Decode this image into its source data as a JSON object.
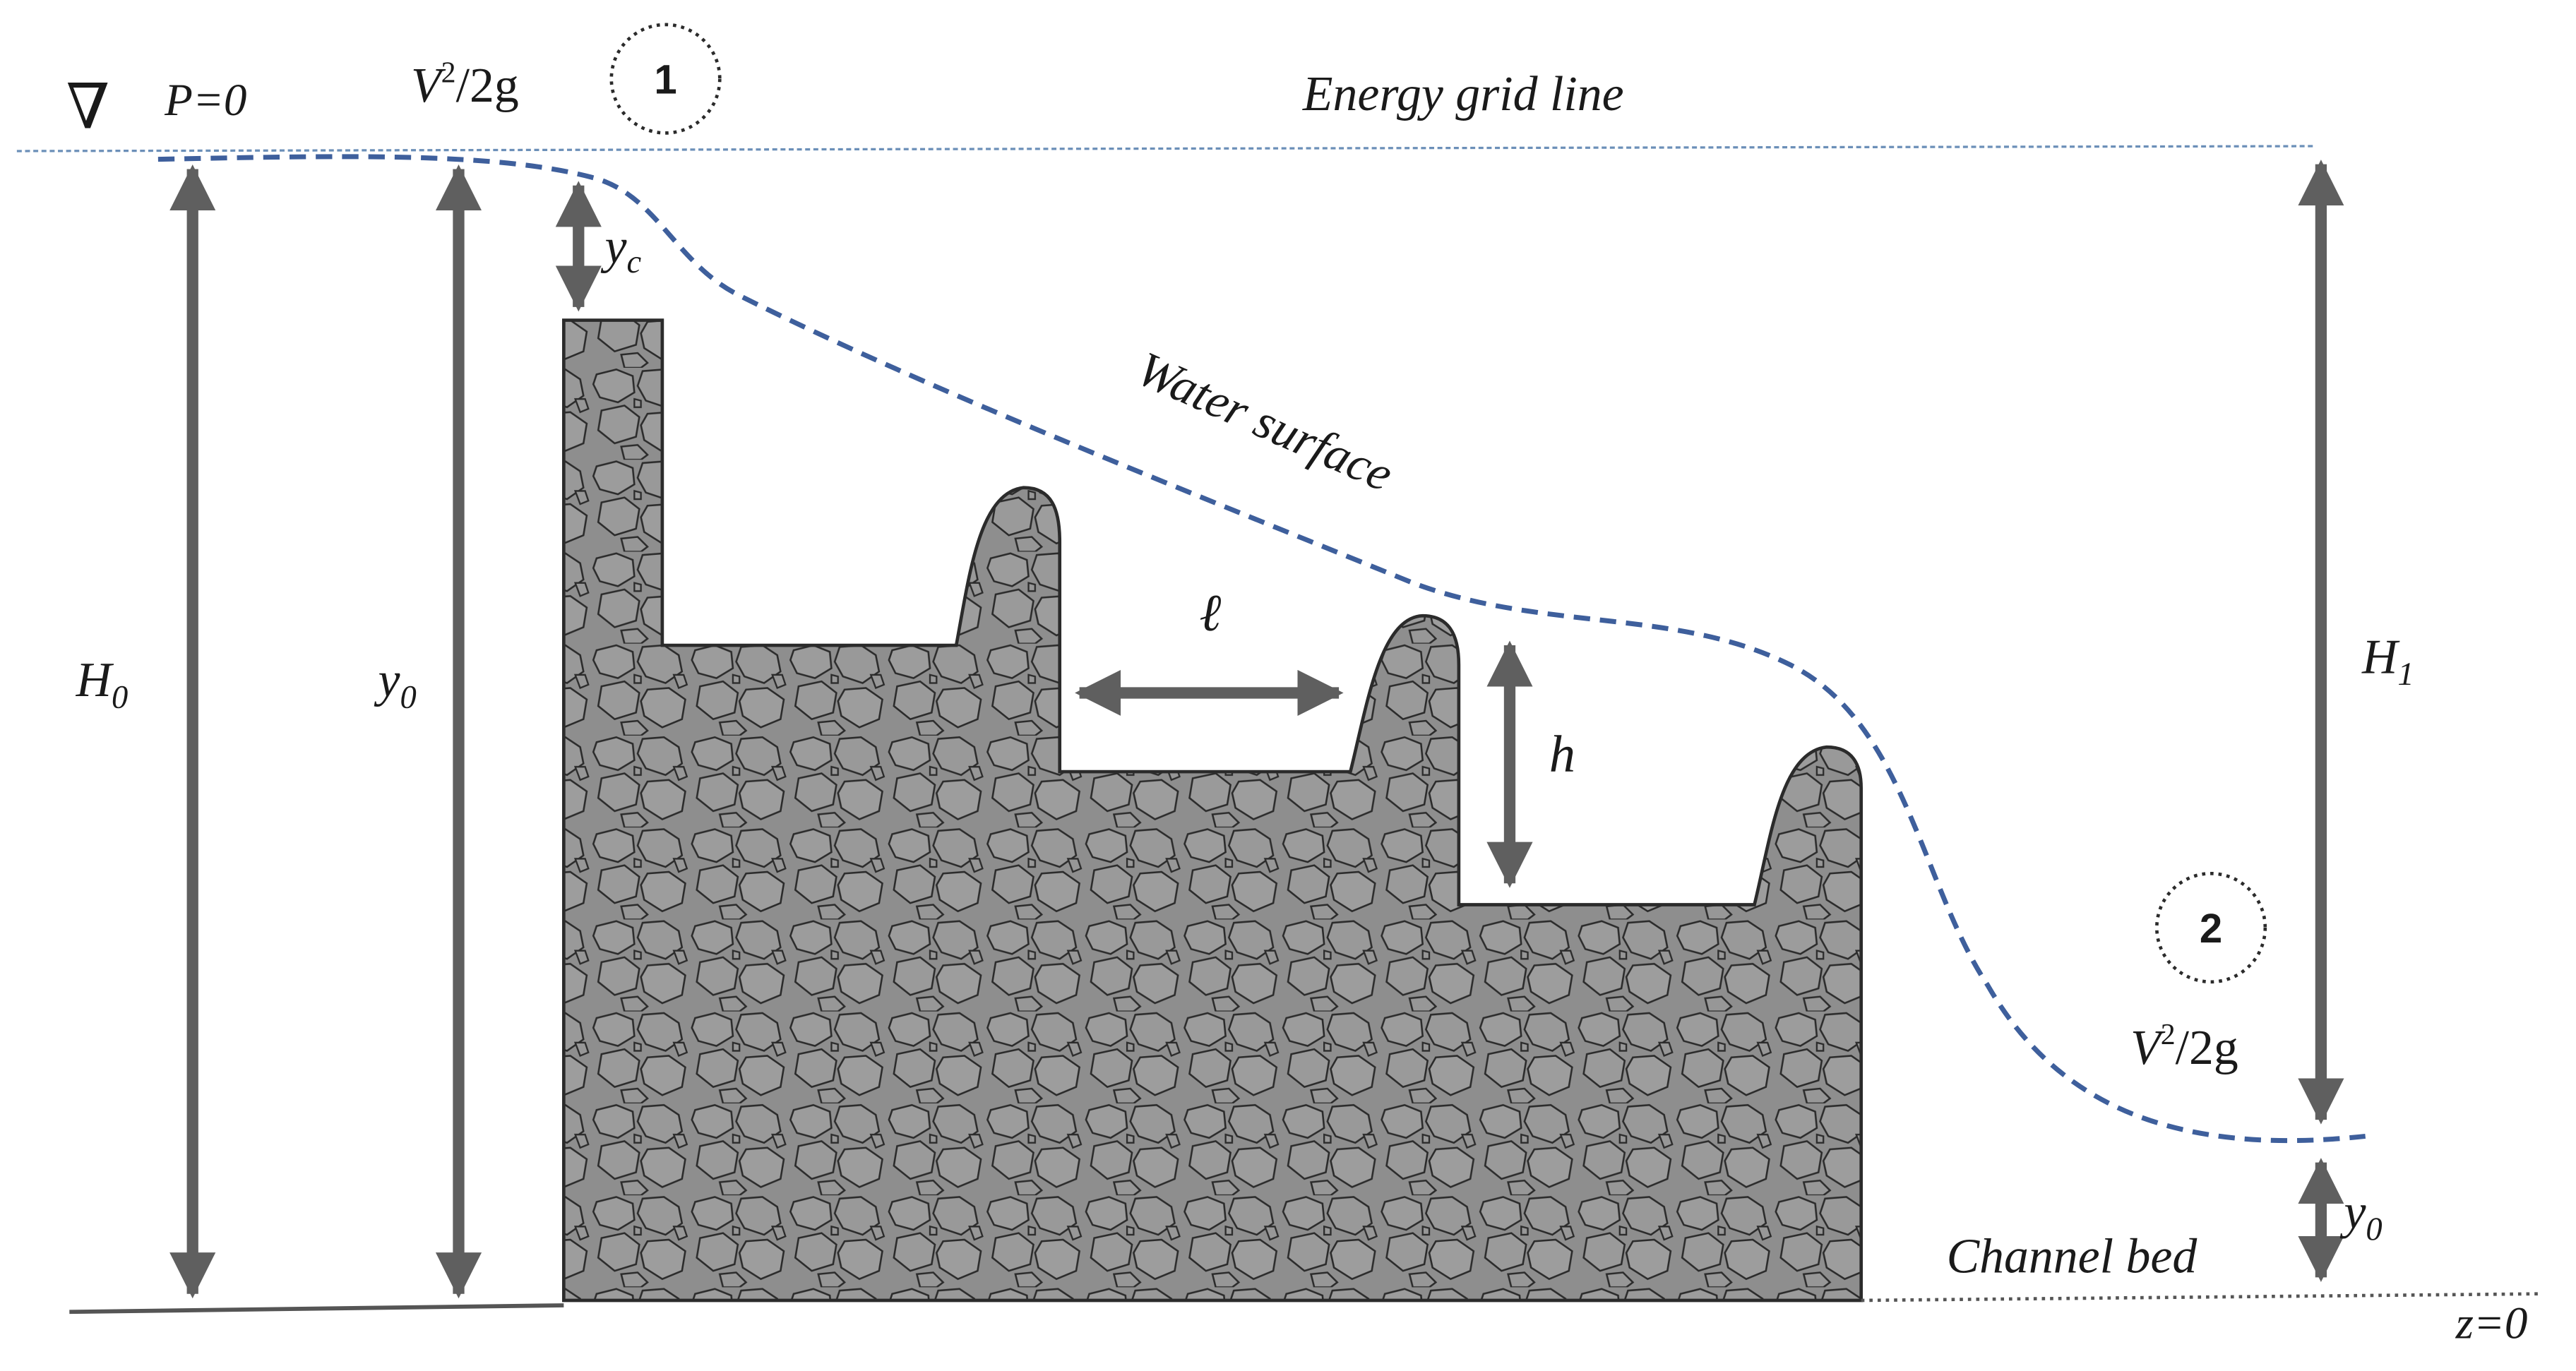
{
  "labels": {
    "p_zero": "P=0",
    "velocity_head_1": "V",
    "velocity_head_1_exp": "2",
    "velocity_head_1_tail": "/2g",
    "section_1": "1",
    "energy_line": "Energy grid line",
    "critical_depth": "y",
    "critical_depth_sub": "c",
    "water_surface": "Water surface",
    "H0": "H",
    "H0_sub": "0",
    "y0_left": "y",
    "y0_left_sub": "0",
    "step_length": "ℓ",
    "step_height": "h",
    "H1": "H",
    "H1_sub": "1",
    "section_2": "2",
    "velocity_head_2": "V",
    "velocity_head_2_exp": "2",
    "velocity_head_2_tail": "/2g",
    "y0_right": "y",
    "y0_right_sub": "0",
    "channel_bed": "Channel bed",
    "datum": "z=0",
    "nabla": "∇"
  },
  "colors": {
    "water_line": "#3e5f9c",
    "energy_line": "#6b8fb8",
    "structure_fill": "#8e8e8e",
    "stone_stroke": "#2b2b2b",
    "dimension": "#5f5f5f",
    "bed": "#555555"
  }
}
